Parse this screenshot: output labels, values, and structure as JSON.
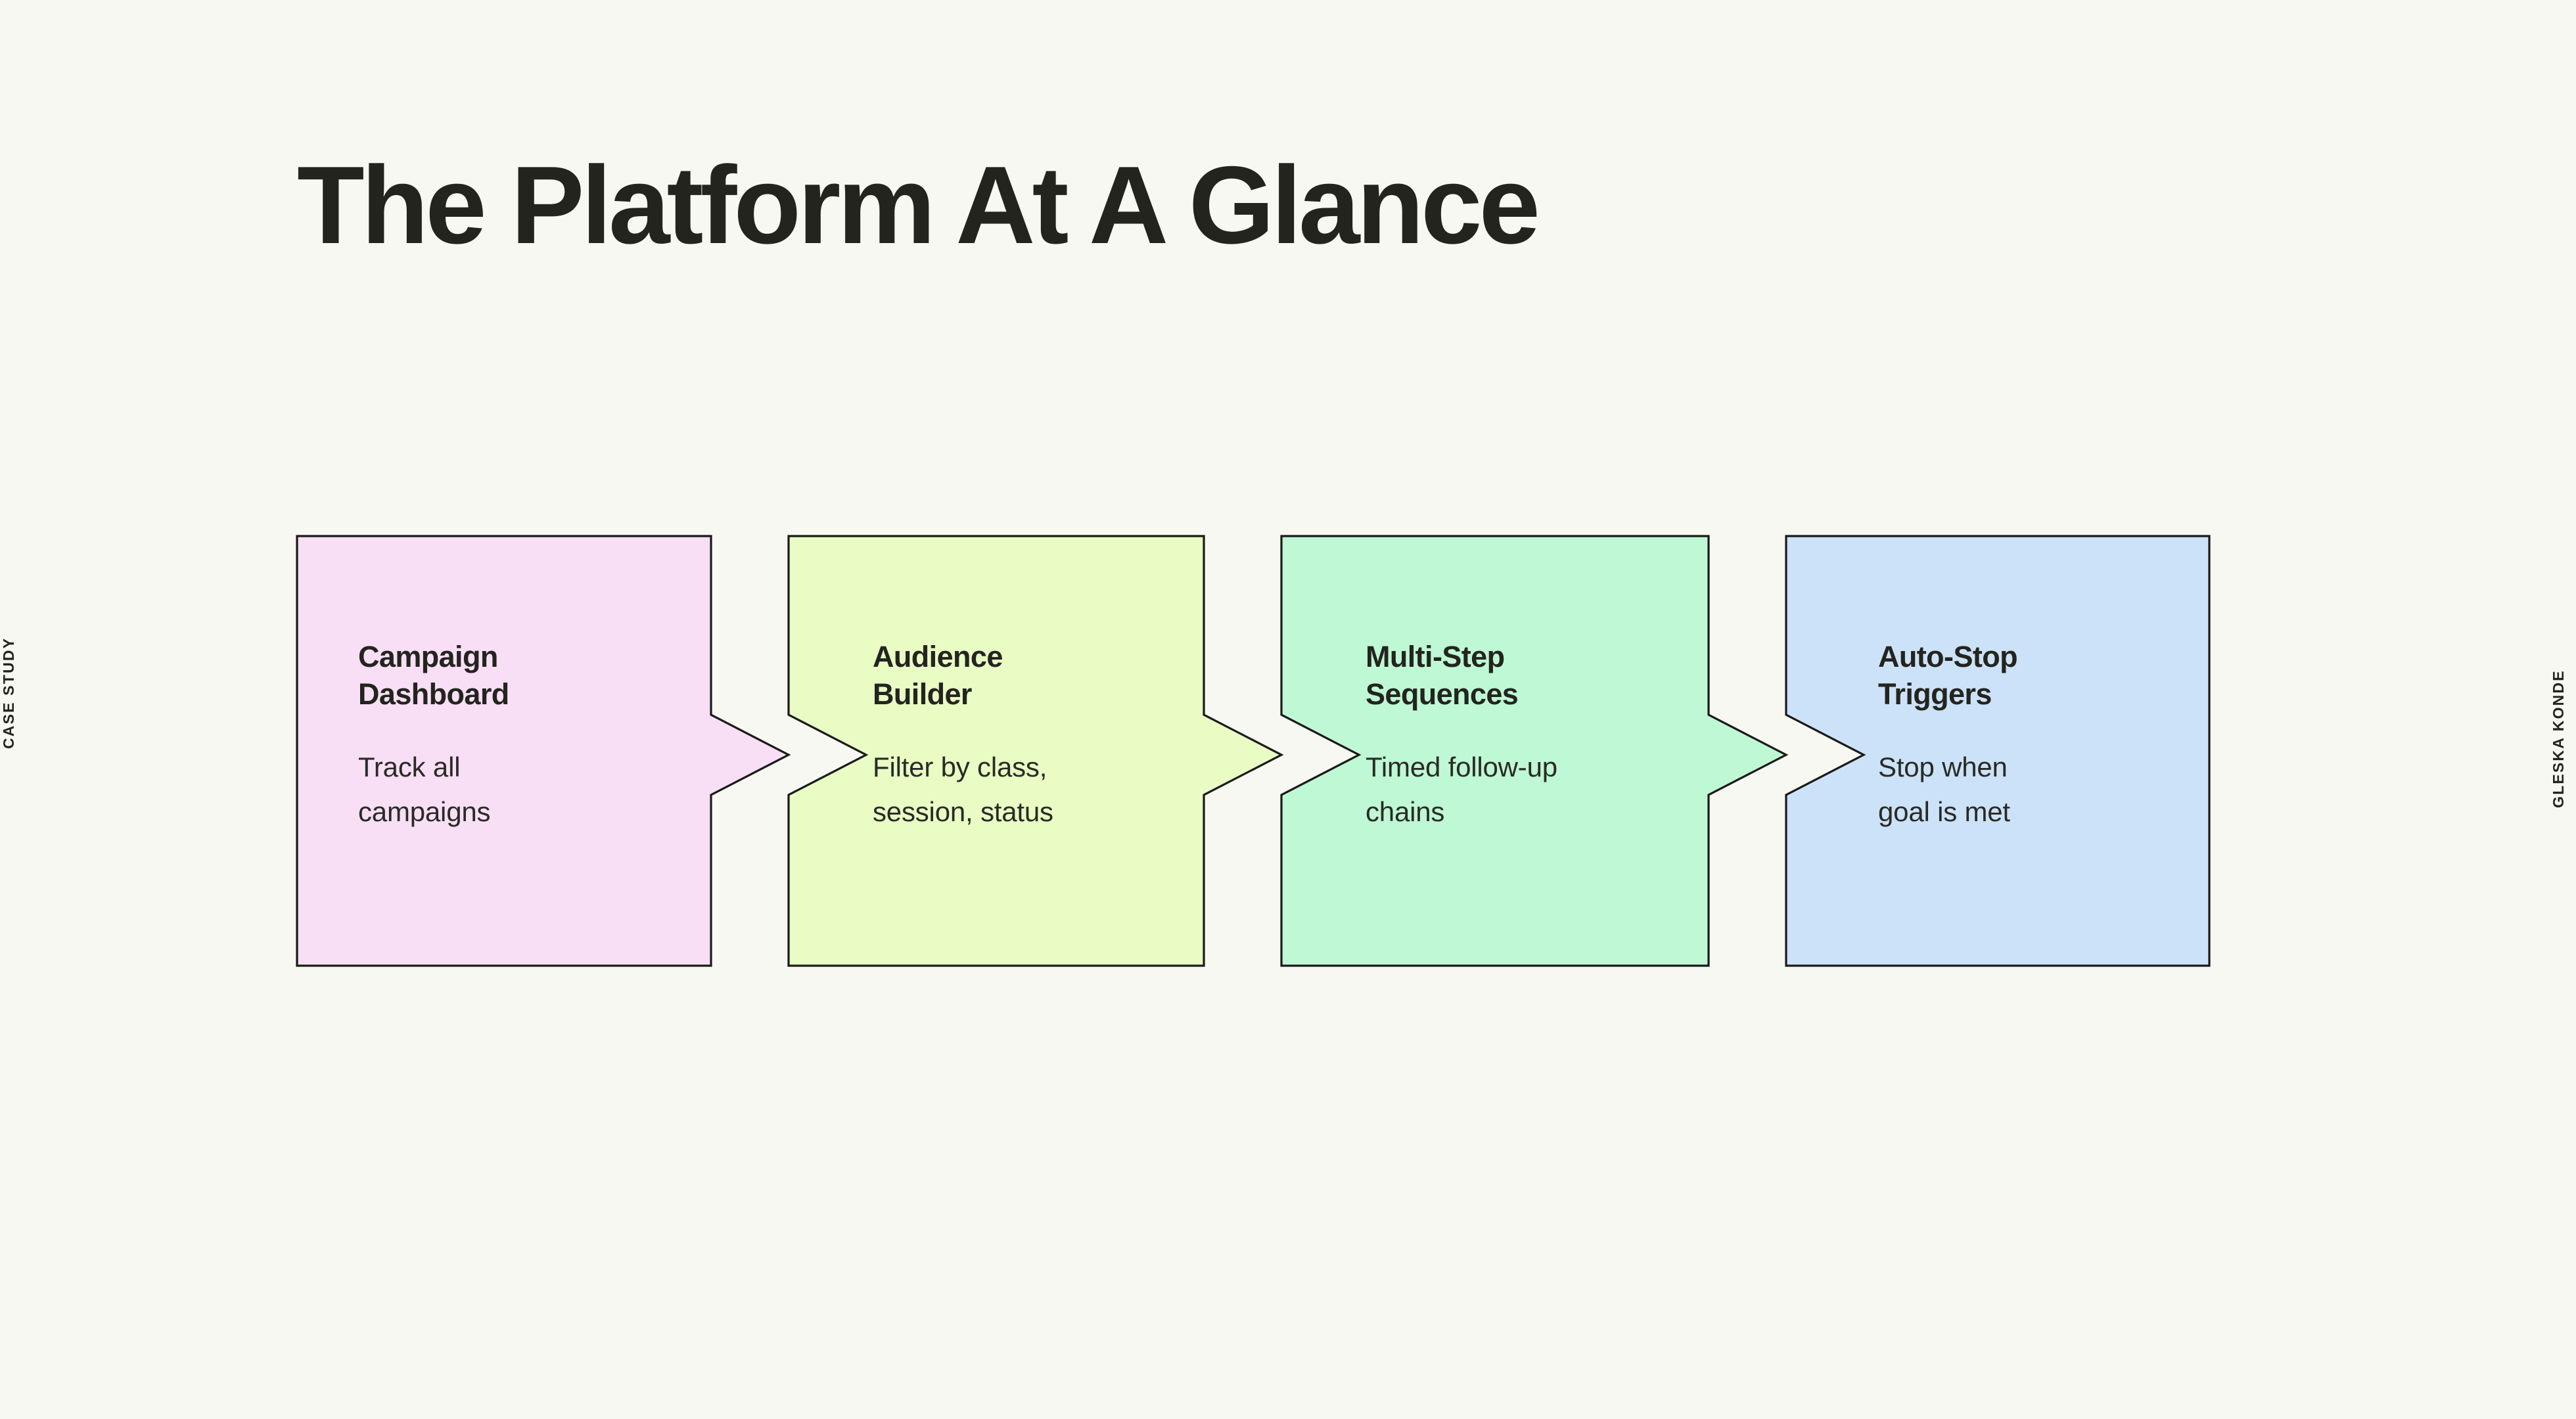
{
  "page": {
    "title": "The Platform At A Glance",
    "background_color": "#F7F8F2",
    "text_color": "#24241F",
    "stroke_color": "#1A1A18"
  },
  "side_labels": {
    "left": "CASE STUDY",
    "right": "GLESKA KONDE"
  },
  "flow": {
    "type": "chevron-process-flow",
    "direction": "left-to-right",
    "step_count": 4,
    "steps": [
      {
        "index": 1,
        "heading": "Campaign Dashboard",
        "heading_lines": [
          "Campaign",
          "Dashboard"
        ],
        "description": "Track all campaigns",
        "description_lines": [
          "Track all",
          "campaigns"
        ],
        "fill_color": "#F8DFF5",
        "color_name": "pink",
        "shape": "flat-left-point-right"
      },
      {
        "index": 2,
        "heading": "Audience Builder",
        "heading_lines": [
          "Audience",
          "Builder"
        ],
        "description": "Filter by class, session, status",
        "description_lines": [
          "Filter by class,",
          "session, status"
        ],
        "fill_color": "#E8FCC4",
        "color_name": "lime",
        "shape": "notch-left-point-right"
      },
      {
        "index": 3,
        "heading": "Multi-Step Sequences",
        "heading_lines": [
          "Multi-Step",
          "Sequences"
        ],
        "description": "Timed follow-up chains",
        "description_lines": [
          "Timed follow-up",
          "chains"
        ],
        "fill_color": "#BEF8D4",
        "color_name": "mint",
        "shape": "notch-left-point-right"
      },
      {
        "index": 4,
        "heading": "Auto-Stop Triggers",
        "heading_lines": [
          "Auto-Stop",
          "Triggers"
        ],
        "description": "Stop when goal is met",
        "description_lines": [
          "Stop when",
          "goal is met"
        ],
        "fill_color": "#CCE2F8",
        "color_name": "blue",
        "shape": "notch-left-flat-right"
      }
    ]
  }
}
